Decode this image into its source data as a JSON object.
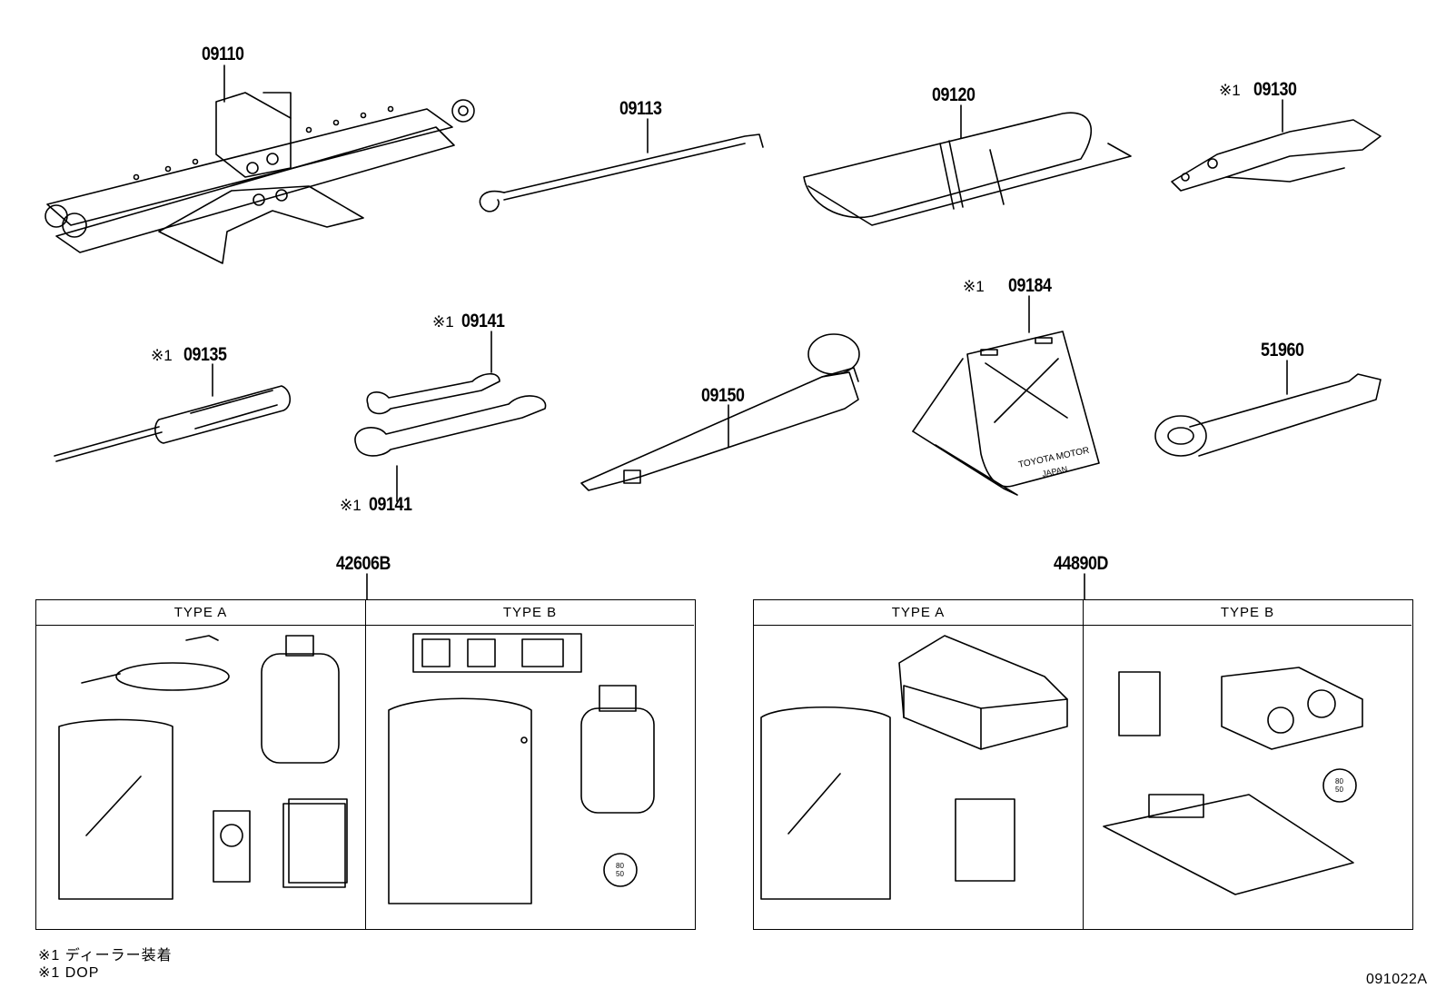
{
  "parts": {
    "p09110": "09110",
    "p09113": "09113",
    "p09120": "09120",
    "p09130": "09130",
    "p09135": "09135",
    "p09141_top": "09141",
    "p09141_bottom": "09141",
    "p09150": "09150",
    "p09184": "09184",
    "p51960": "51960",
    "p42606B": "42606B",
    "p44890D": "44890D"
  },
  "mark": "※1",
  "plate_text": {
    "line1": "TOYOTA MOTOR",
    "line2": "JAPAN"
  },
  "gauge_text": {
    "top": "80",
    "bottom": "50"
  },
  "tables": {
    "left": {
      "type_a": "TYPE A",
      "type_b": "TYPE B"
    },
    "right": {
      "type_a": "TYPE A",
      "type_b": "TYPE B"
    }
  },
  "notes": {
    "line1": "※1 ディーラー装着",
    "line2": "※1 DOP"
  },
  "drawing_code": "091022A"
}
